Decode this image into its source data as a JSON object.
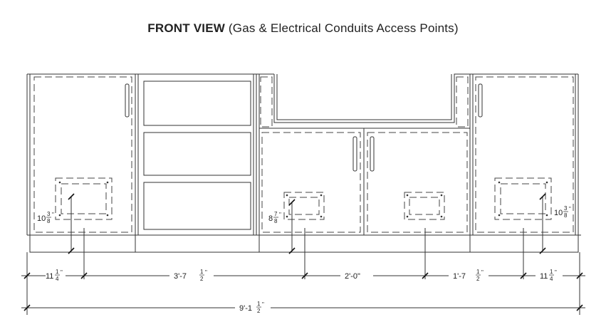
{
  "title": {
    "bold": "FRONT VIEW",
    "rest": " (Gas & Electrical Conduits Access Points)"
  },
  "dimensions": {
    "left_offset": {
      "whole": "11",
      "num": "1",
      "den": "4",
      "unit": "\""
    },
    "seg_2": {
      "whole": "3'-7",
      "num": "1",
      "den": "2",
      "unit": "\""
    },
    "seg_3": {
      "whole": "2'-0\"",
      "num": "",
      "den": "",
      "unit": ""
    },
    "seg_4": {
      "whole": "1'-7",
      "num": "1",
      "den": "2",
      "unit": "\""
    },
    "right_offset": {
      "whole": "11",
      "num": "1",
      "den": "4",
      "unit": "\""
    },
    "overall": {
      "whole": "9'-1",
      "num": "1",
      "den": "2",
      "unit": "\""
    },
    "height_left": {
      "whole": "10",
      "num": "3",
      "den": "8",
      "unit": "\""
    },
    "height_mid": {
      "whole": "8",
      "num": "7",
      "den": "8",
      "unit": "\""
    },
    "height_right": {
      "whole": "10",
      "num": "3",
      "den": "8",
      "unit": "\""
    }
  }
}
